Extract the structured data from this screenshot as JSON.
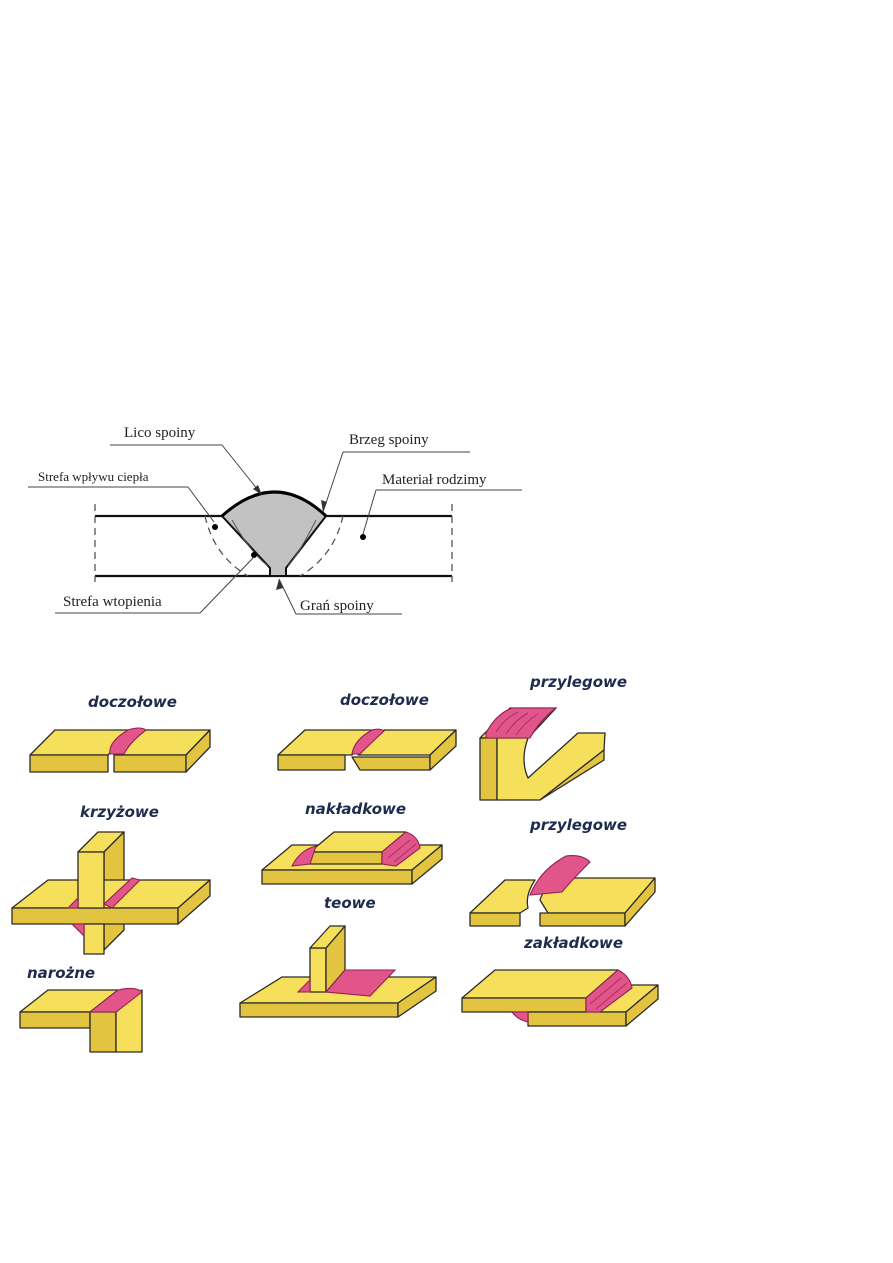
{
  "cross_section": {
    "labels": {
      "lico": "Lico spoiny",
      "brzeg": "Brzeg spoiny",
      "strefa_wplywu": "Strefa wpływu ciepła",
      "material": "Materiał rodzimy",
      "strefa_wtopienia": "Strefa wtopienia",
      "gran": "Grań spoiny"
    },
    "colors": {
      "weld_fill": "#c2c2c2",
      "line": "#111111"
    }
  },
  "joint_types": {
    "items": [
      {
        "key": "doczolowe_1",
        "label": "doczołowe"
      },
      {
        "key": "doczolowe_2",
        "label": "doczołowe"
      },
      {
        "key": "przylegowe_1",
        "label": "przylegowe"
      },
      {
        "key": "krzyzowe",
        "label": "krzyżowe"
      },
      {
        "key": "nakladkowe",
        "label": "nakładkowe"
      },
      {
        "key": "przylegowe_2",
        "label": "przylegowe"
      },
      {
        "key": "teowe",
        "label": "teowe"
      },
      {
        "key": "zakladkowe",
        "label": "zakładkowe"
      },
      {
        "key": "narozne",
        "label": "narożne"
      }
    ],
    "colors": {
      "plate": "#f6df5a",
      "weld": "#e2558a",
      "label": "#1d2b4c"
    }
  }
}
